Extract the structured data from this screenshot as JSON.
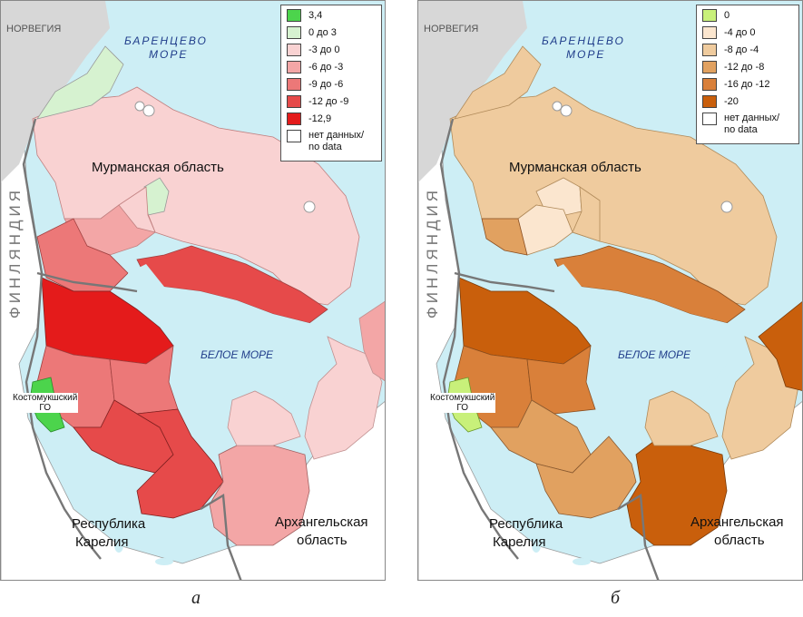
{
  "panels": [
    {
      "id": "a",
      "caption": "а",
      "legend": [
        {
          "color": "#4cd44c",
          "label": "3,4"
        },
        {
          "color": "#d6f2d0",
          "label": "0   до  3"
        },
        {
          "color": "#f9d2d2",
          "label": "-3   до  0"
        },
        {
          "color": "#f3a6a6",
          "label": "-6   до  -3"
        },
        {
          "color": "#ec7878",
          "label": "-9   до  -6"
        },
        {
          "color": "#e64a4a",
          "label": "-12   до  -9"
        },
        {
          "color": "#e41b1b",
          "label": "-12,9"
        },
        {
          "color": "#ffffff",
          "label": "нет данных/ no data"
        }
      ],
      "regions": {
        "murmansk_main": "#f9d2d2",
        "murmansk_north": "#d6f2d0",
        "murmansk_center_small": "#d6f2d0",
        "murmansk_center_a": "#f3a6a6",
        "murmansk_center_b": "#f9d2d2",
        "kandalaksha": "#e64a4a",
        "murmansk_west": "#ec7878",
        "karelia_north": "#e41b1b",
        "karelia_mid_w": "#ec7878",
        "karelia_mid_e": "#ec7878",
        "karelia_south_w": "#e64a4a",
        "karelia_south_e": "#e64a4a",
        "kostomuksha": "#4cd44c",
        "arkh_onega": "#f3a6a6",
        "arkh_mezen": "#f9d2d2",
        "arkh_east": "#f3a6a6",
        "arkh_peninsula": "#f9d2d2"
      }
    },
    {
      "id": "b",
      "caption": "б",
      "legend": [
        {
          "color": "#c8f07a",
          "label": "0"
        },
        {
          "color": "#fbe6cf",
          "label": "-4   до   0"
        },
        {
          "color": "#efcb9e",
          "label": "-8   до   -4"
        },
        {
          "color": "#e1a160",
          "label": "-12   до   -8"
        },
        {
          "color": "#d9803a",
          "label": "-16   до  -12"
        },
        {
          "color": "#c95f0c",
          "label": "-20"
        },
        {
          "color": "#ffffff",
          "label": "нет данных/ no data"
        }
      ],
      "regions": {
        "murmansk_main": "#efcb9e",
        "murmansk_north": "#efcb9e",
        "murmansk_center_small": "#fbe6cf",
        "murmansk_center_a": "#fbe6cf",
        "murmansk_center_b": "#efcb9e",
        "kandalaksha": "#d9803a",
        "murmansk_west": "#e1a160",
        "karelia_north": "#c95f0c",
        "karelia_mid_w": "#d9803a",
        "karelia_mid_e": "#d9803a",
        "karelia_south_w": "#e1a160",
        "karelia_south_e": "#e1a160",
        "kostomuksha": "#c8f07a",
        "arkh_onega": "#c95f0c",
        "arkh_mezen": "#efcb9e",
        "arkh_east": "#c95f0c",
        "arkh_peninsula": "#efcb9e"
      }
    }
  ],
  "labels": {
    "norway": "НОРВЕГИЯ",
    "barents_line1": "БАРЕНЦЕВО",
    "barents_line2": "МОРЕ",
    "murmansk": "Мурманская область",
    "finland": "ФИНЛЯНДИЯ",
    "white_sea": "БЕЛОЕ МОРЕ",
    "kostom_line1": "Костомукшский",
    "kostom_line2": "ГО",
    "karelia_line1": "Республика",
    "karelia_line2": "Карелия",
    "arkh_line1": "Архангельская",
    "arkh_line2": "область"
  }
}
